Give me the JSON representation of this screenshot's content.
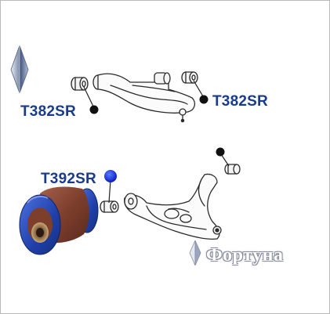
{
  "labels": {
    "upper_left": "T382SR",
    "upper_right": "T382SR",
    "lower": "T392SR"
  },
  "brand": {
    "text": "Фортуна"
  },
  "icons": {
    "logo": "diamond-logo-icon",
    "brand_logo": "diamond-watermark-icon"
  },
  "colors": {
    "label_text": "#1a3a8c",
    "marker_black": "#111111",
    "marker_blue": "#1a33e0",
    "bushing_blue": "#2a4fbf",
    "bushing_rubber": "#8c4a35"
  }
}
